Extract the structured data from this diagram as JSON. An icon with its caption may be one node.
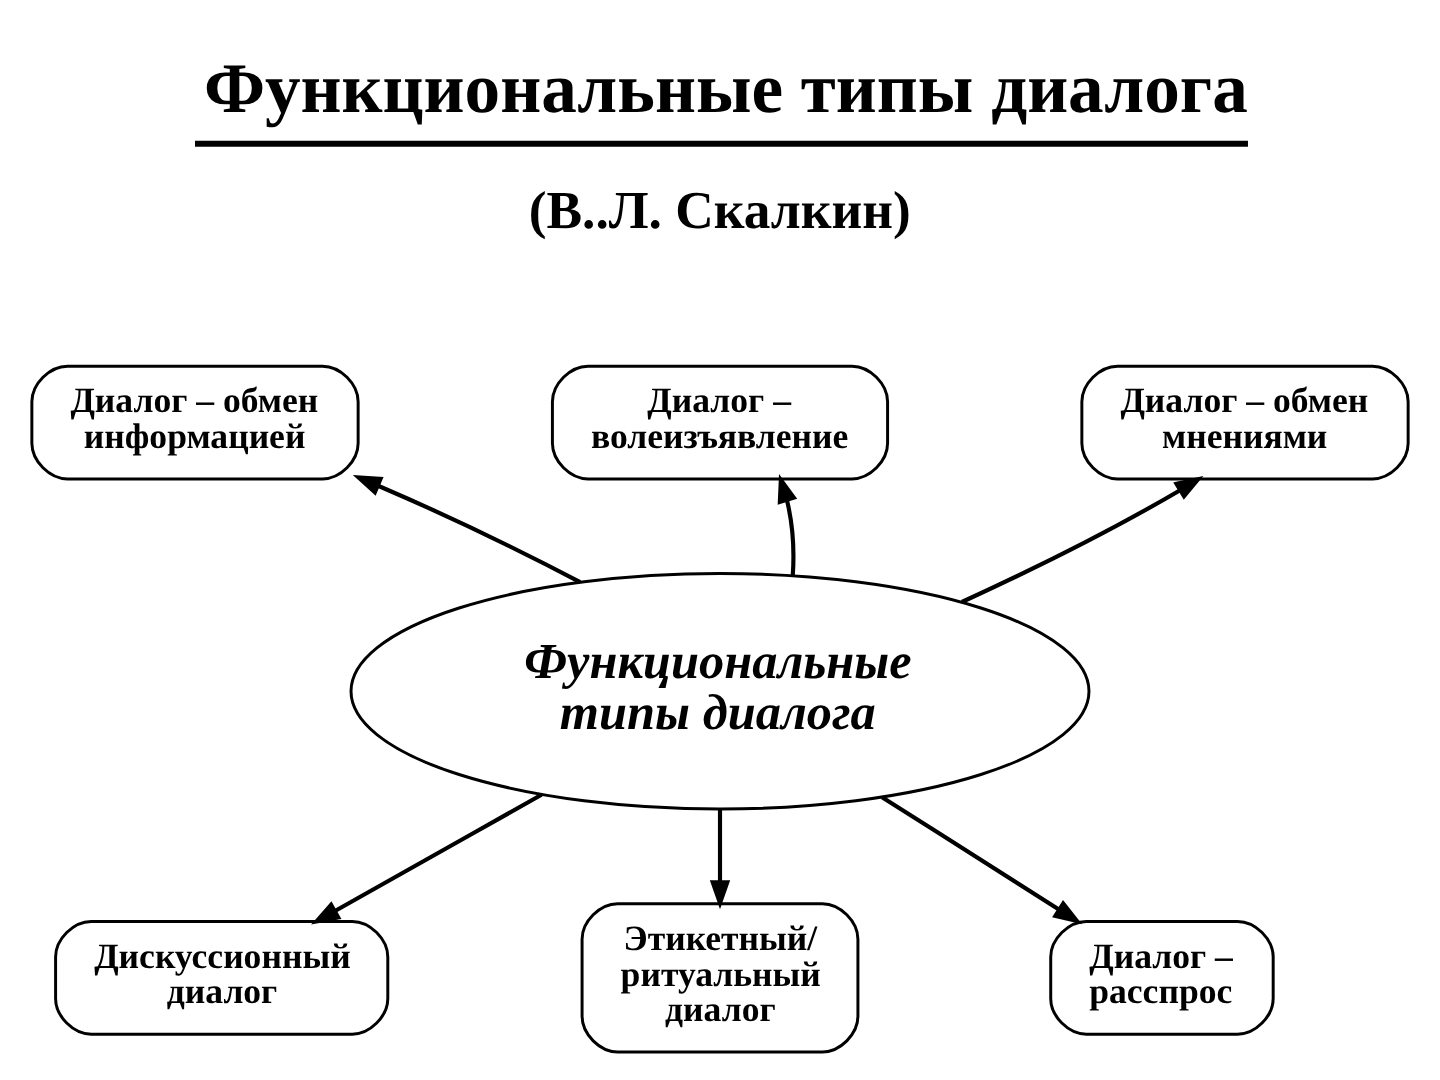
{
  "diagram": {
    "title": "Функциональные типы диалога",
    "nodes": [
      {
        "text": [
          "Функциональные типы диалога"
        ]
      },
      {
        "text": [
          "Диалог – обмен информацией"
        ]
      },
      {
        "text": [
          "Диалог – волеизъявление"
        ]
      },
      {
        "text": [
          "Диалог – обмен мнениями"
        ]
      },
      {
        "text": [
          "Дискуссионный диалог"
        ]
      },
      {
        "text": [
          "Этикетный/ ритуальный диалог"
        ]
      },
      {
        "text": [
          "Диалог – расспрос"
        ]
      }
    ],
    "edges": [
      {
        "from": 0,
        "to": 1,
        "arrow": "to"
      },
      {
        "from": 0,
        "to": 2,
        "arrow": "to"
      },
      {
        "from": 0,
        "to": 3,
        "arrow": "to"
      },
      {
        "from": 0,
        "to": 4,
        "arrow": "to"
      },
      {
        "from": 0,
        "to": 5,
        "arrow": "to"
      },
      {
        "from": 0,
        "to": 6,
        "arrow": "to"
      }
    ],
    "labels": [
      "(В..Л. Скалкин)"
    ]
  }
}
